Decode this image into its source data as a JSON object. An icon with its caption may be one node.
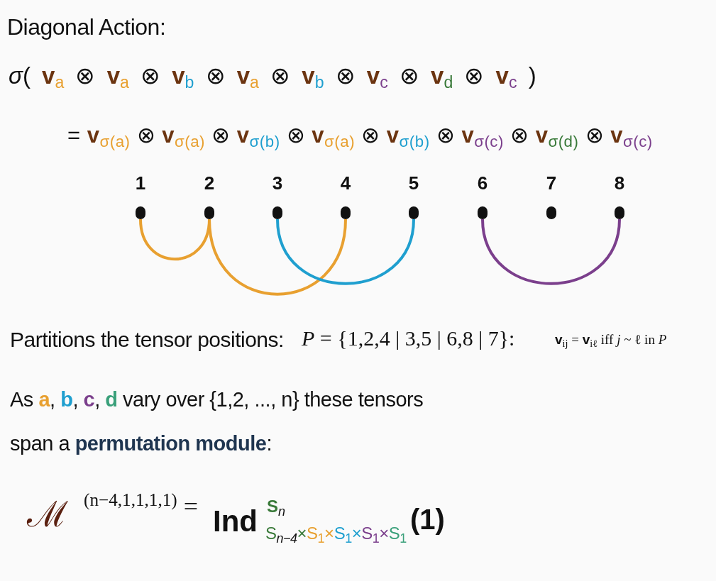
{
  "diagram": {
    "title": "Diagonal Action:",
    "nodes": [
      {
        "text": [
          "1"
        ]
      },
      {
        "text": [
          "2"
        ]
      },
      {
        "text": [
          "3"
        ]
      },
      {
        "text": [
          "4"
        ]
      },
      {
        "text": [
          "5"
        ]
      },
      {
        "text": [
          "6"
        ]
      },
      {
        "text": [
          "7"
        ]
      },
      {
        "text": [
          "8"
        ]
      }
    ],
    "edges": [
      {
        "from": 0,
        "to": 1,
        "arrow": "none",
        "color": "#e8a030"
      },
      {
        "from": 1,
        "to": 3,
        "arrow": "none",
        "color": "#e8a030"
      },
      {
        "from": 2,
        "to": 4,
        "arrow": "none",
        "color": "#1f9fcf"
      },
      {
        "from": 5,
        "to": 7,
        "arrow": "none",
        "color": "#7b3f8c"
      }
    ],
    "labels": [
      "*σ*( **v**$_{a}$ ⊗ **v**$_{a}$ ⊗ **v**$_{b}$ ⊗ **v**$_{a}$ ⊗ **v**$_{b}$ ⊗ **v**$_{c}$ ⊗ **v**$_{d}$ ⊗ **v**$_{c}$ )",
      "= **v**$_{σ(a)}$ ⊗ **v**$_{σ(a)}$ ⊗ **v**$_{σ(b)}$ ⊗ **v**$_{σ(a)}$ ⊗ **v**$_{σ(b)}$ ⊗ **v**$_{σ(c)}$ ⊗ **v**$_{σ(d)}$ ⊗ **v**$_{σ(c)}$",
      "Partitions the tensor positions:",
      "*P* = {1,2,4 | 3,5 | 6,8 | 7}:",
      "**v**$_{ij}$ = **v**$_{iℓ}$ iff *j* ~ ℓ in *P*",
      "As **a**, **b**, **c**, **d** vary over {1,2, ..., n} these tensors span a **permutation module**:",
      "ℳ",
      "$^{(n−4,1,1,1,1)}$ =",
      "Ind",
      "S$_{n}$",
      "S$_{n−4}$×",
      "S$_{1}$×",
      "S$_{1}$×",
      "S$_{1}$×",
      "S$_{1}$",
      "(1)"
    ]
  }
}
